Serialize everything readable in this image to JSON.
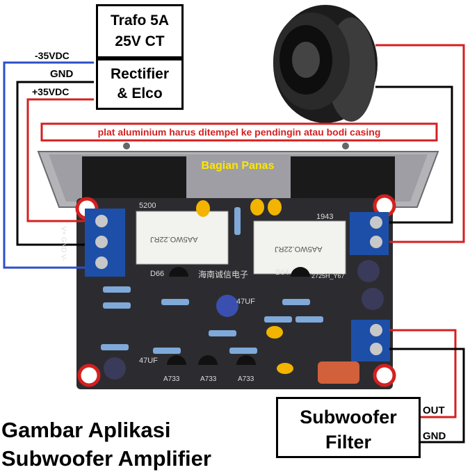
{
  "boxes": {
    "trafo_line1": "Trafo 5A",
    "trafo_line2": "25V CT",
    "rectifier_line1": "Rectifier",
    "rectifier_line2": "& Elco",
    "filter_line1": "Subwoofer",
    "filter_line2": "Filter"
  },
  "power_labels": {
    "neg": "-35VDC",
    "gnd": "GND",
    "pos": "+35VDC"
  },
  "notes": {
    "heatsink_note": "plat aluminium harus ditempel ke pendingin atau bodi casing",
    "hot_zone": "Bagian Panas"
  },
  "filter_labels": {
    "out": "OUT",
    "gnd": "GND"
  },
  "board_labels": {
    "resistor_left": "AA5WO.22RJ",
    "resistor_right": "AA5WO.22RJ",
    "transistor_left": "5200",
    "transistor_right": "1943",
    "cap_a": "47UF",
    "cap_b": "47UF",
    "q1": "A733",
    "q2": "A733",
    "q3": "A733",
    "d_left": "D66",
    "d_right": "B64",
    "chinese": "海南诚信电子",
    "model": "2725H_Y67",
    "terminal_left": "V+ GND V-"
  },
  "caption": {
    "line1": "Gambar Aplikasi",
    "line2": "Subwoofer Amplifier"
  },
  "colors": {
    "red_wire": "#d42020",
    "blue_wire": "#2c4fc9",
    "black_wire": "#000000",
    "pcb": "#2a2a2e",
    "heatsink": "#a9a9ad",
    "terminal": "#1d4fa8",
    "hot_text": "#ffe600"
  }
}
